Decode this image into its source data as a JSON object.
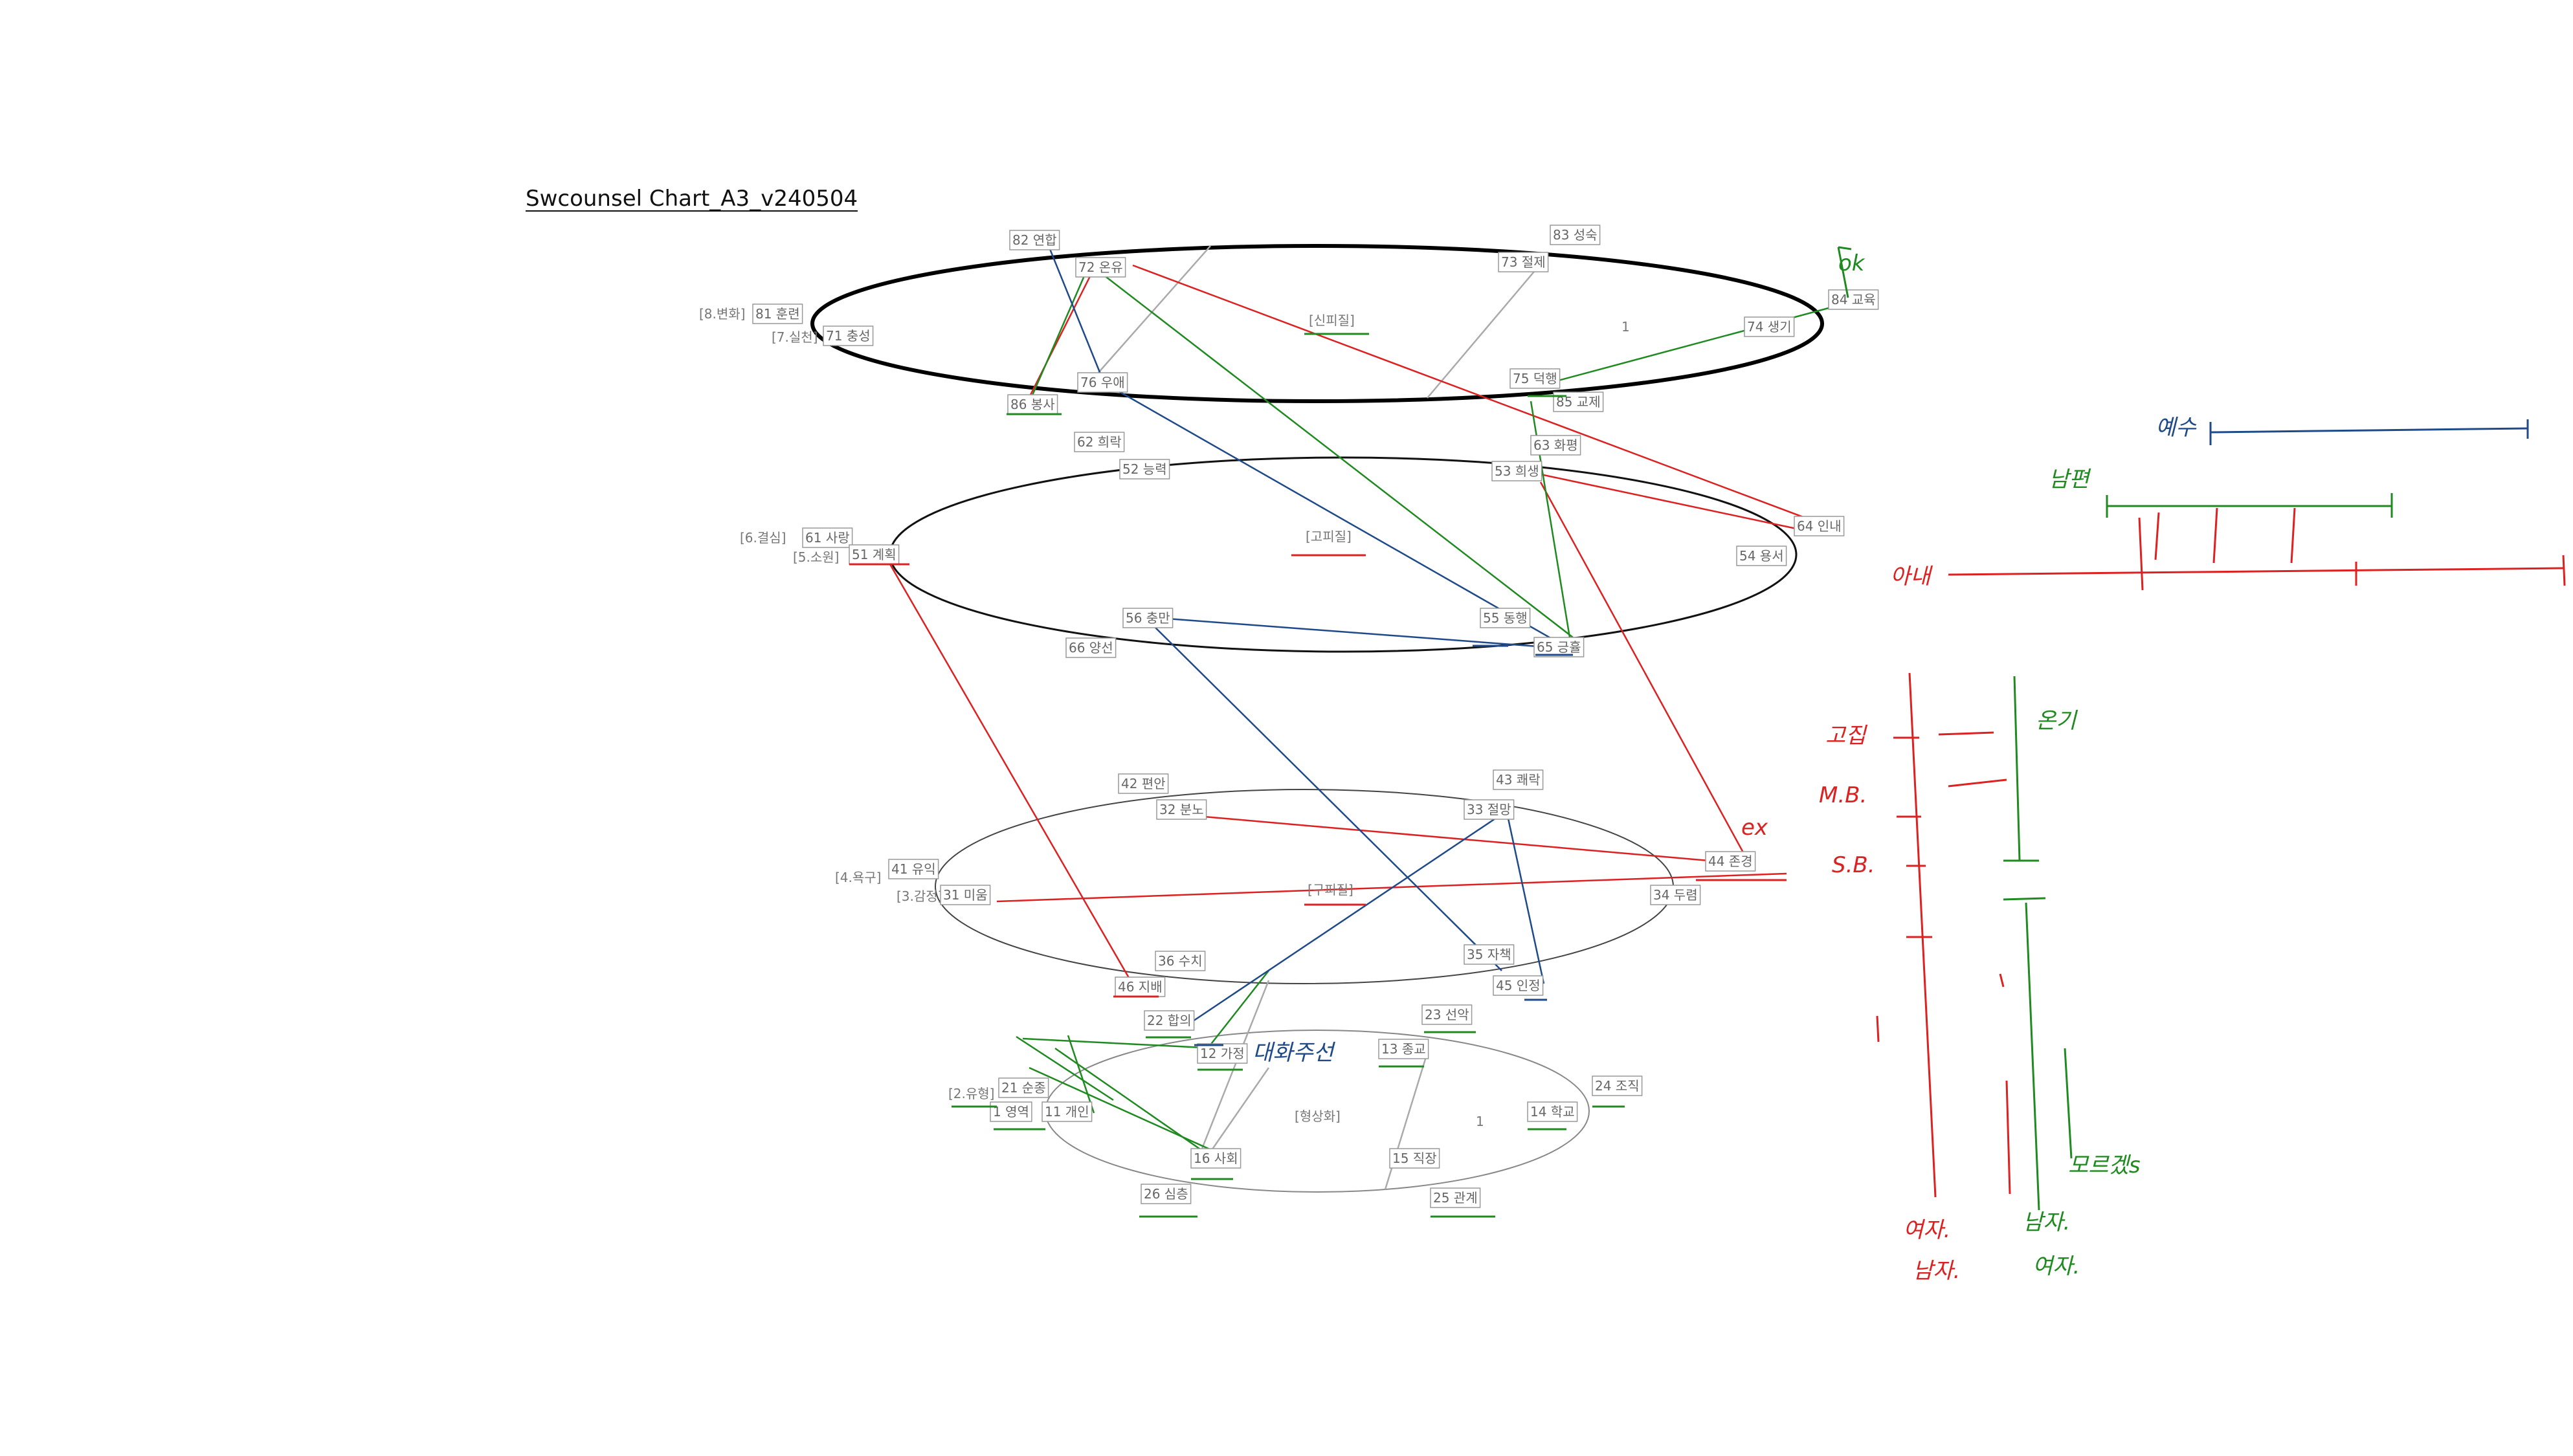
{
  "title": "Swcounsel Chart_A3_v240504",
  "colors": {
    "red": "#dd2020",
    "green": "#1f8a1f",
    "blue": "#1f4a8a",
    "gray": "#aaaaaa",
    "black": "#000000"
  },
  "rings": [
    {
      "id": "r1",
      "label": "[신피질]",
      "marker": "1"
    },
    {
      "id": "r2",
      "label": "[고피질]",
      "marker": ""
    },
    {
      "id": "r3",
      "label": "[구피질]",
      "marker": ""
    },
    {
      "id": "r4",
      "label": "[형상화]",
      "marker": "1"
    }
  ],
  "categories": [
    {
      "id": "c8",
      "text": "[8.변화]"
    },
    {
      "id": "c7",
      "text": "[7.실천]"
    },
    {
      "id": "c6",
      "text": "[6.결심]"
    },
    {
      "id": "c5",
      "text": "[5.소원]"
    },
    {
      "id": "c4",
      "text": "[4.욕구]"
    },
    {
      "id": "c3",
      "text": "[3.감정]"
    },
    {
      "id": "c2",
      "text": "[2.유형]"
    },
    {
      "id": "c1",
      "text": "[1.영역]"
    }
  ],
  "nodes": [
    {
      "id": "n82",
      "text": "82 연합"
    },
    {
      "id": "n72",
      "text": "72 온유"
    },
    {
      "id": "n83",
      "text": "83 성숙"
    },
    {
      "id": "n73",
      "text": "73 절제"
    },
    {
      "id": "n84",
      "text": "84 교육"
    },
    {
      "id": "n81",
      "text": "81 훈련"
    },
    {
      "id": "n71",
      "text": "71 충성"
    },
    {
      "id": "n74",
      "text": "74 생기"
    },
    {
      "id": "n86",
      "text": "86 봉사"
    },
    {
      "id": "n76",
      "text": "76 우애"
    },
    {
      "id": "n75",
      "text": "75 덕행"
    },
    {
      "id": "n85",
      "text": "85 교제"
    },
    {
      "id": "n62",
      "text": "62 희락"
    },
    {
      "id": "n63",
      "text": "63 화평"
    },
    {
      "id": "n52",
      "text": "52 능력"
    },
    {
      "id": "n53",
      "text": "53 희생"
    },
    {
      "id": "n61",
      "text": "61 사랑"
    },
    {
      "id": "n51",
      "text": "51 계획"
    },
    {
      "id": "n64",
      "text": "64 인내"
    },
    {
      "id": "n54",
      "text": "54 용서"
    },
    {
      "id": "n56",
      "text": "56 충만"
    },
    {
      "id": "n55",
      "text": "55 동행"
    },
    {
      "id": "n66",
      "text": "66 양선"
    },
    {
      "id": "n65",
      "text": "65 긍휼"
    },
    {
      "id": "n42",
      "text": "42 편안"
    },
    {
      "id": "n43",
      "text": "43 쾌락"
    },
    {
      "id": "n32",
      "text": "32 분노"
    },
    {
      "id": "n33",
      "text": "33 절망"
    },
    {
      "id": "n41",
      "text": "41 유익"
    },
    {
      "id": "n44",
      "text": "44 존경"
    },
    {
      "id": "n31",
      "text": "31 미움"
    },
    {
      "id": "n34",
      "text": "34 두렴"
    },
    {
      "id": "n36",
      "text": "36 수치"
    },
    {
      "id": "n35",
      "text": "35 자책"
    },
    {
      "id": "n46",
      "text": "46 지배"
    },
    {
      "id": "n45",
      "text": "45 인정"
    },
    {
      "id": "n22",
      "text": "22 합의"
    },
    {
      "id": "n23",
      "text": "23 선악"
    },
    {
      "id": "n12",
      "text": "12 가정"
    },
    {
      "id": "n13",
      "text": "13 종교"
    },
    {
      "id": "n21",
      "text": "21 순종"
    },
    {
      "id": "n24",
      "text": "24 조직"
    },
    {
      "id": "n1",
      "text": "1 영역"
    },
    {
      "id": "n11",
      "text": "11 개인"
    },
    {
      "id": "n14",
      "text": "14 학교"
    },
    {
      "id": "n16",
      "text": "16 사회"
    },
    {
      "id": "n15",
      "text": "15 직장"
    },
    {
      "id": "n26",
      "text": "26 심층"
    },
    {
      "id": "n25",
      "text": "25 관계"
    }
  ],
  "handwriting": [
    {
      "id": "h-ok",
      "text": "ok",
      "color": "green"
    },
    {
      "id": "h-jesus",
      "text": "예수",
      "color": "blue"
    },
    {
      "id": "h-husband",
      "text": "남편",
      "color": "green"
    },
    {
      "id": "h-wife",
      "text": "아내",
      "color": "red"
    },
    {
      "id": "h-father",
      "text": "ex",
      "color": "red"
    },
    {
      "id": "h-jiroo",
      "text": "고집",
      "color": "red"
    },
    {
      "id": "h-mb",
      "text": "M.B.",
      "color": "red"
    },
    {
      "id": "h-sb",
      "text": "S.B.",
      "color": "red"
    },
    {
      "id": "h-ongi",
      "text": "온기",
      "color": "green"
    },
    {
      "id": "h-daehwa",
      "text": "대화주선",
      "color": "blue"
    },
    {
      "id": "h-modernks",
      "text": "모르겠s",
      "color": "green"
    },
    {
      "id": "h-yeoja1",
      "text": "여자.",
      "color": "red"
    },
    {
      "id": "h-namja1",
      "text": "남자.",
      "color": "green"
    },
    {
      "id": "h-namja2",
      "text": "남자.",
      "color": "red"
    },
    {
      "id": "h-yeoja2",
      "text": "여자.",
      "color": "green"
    }
  ]
}
